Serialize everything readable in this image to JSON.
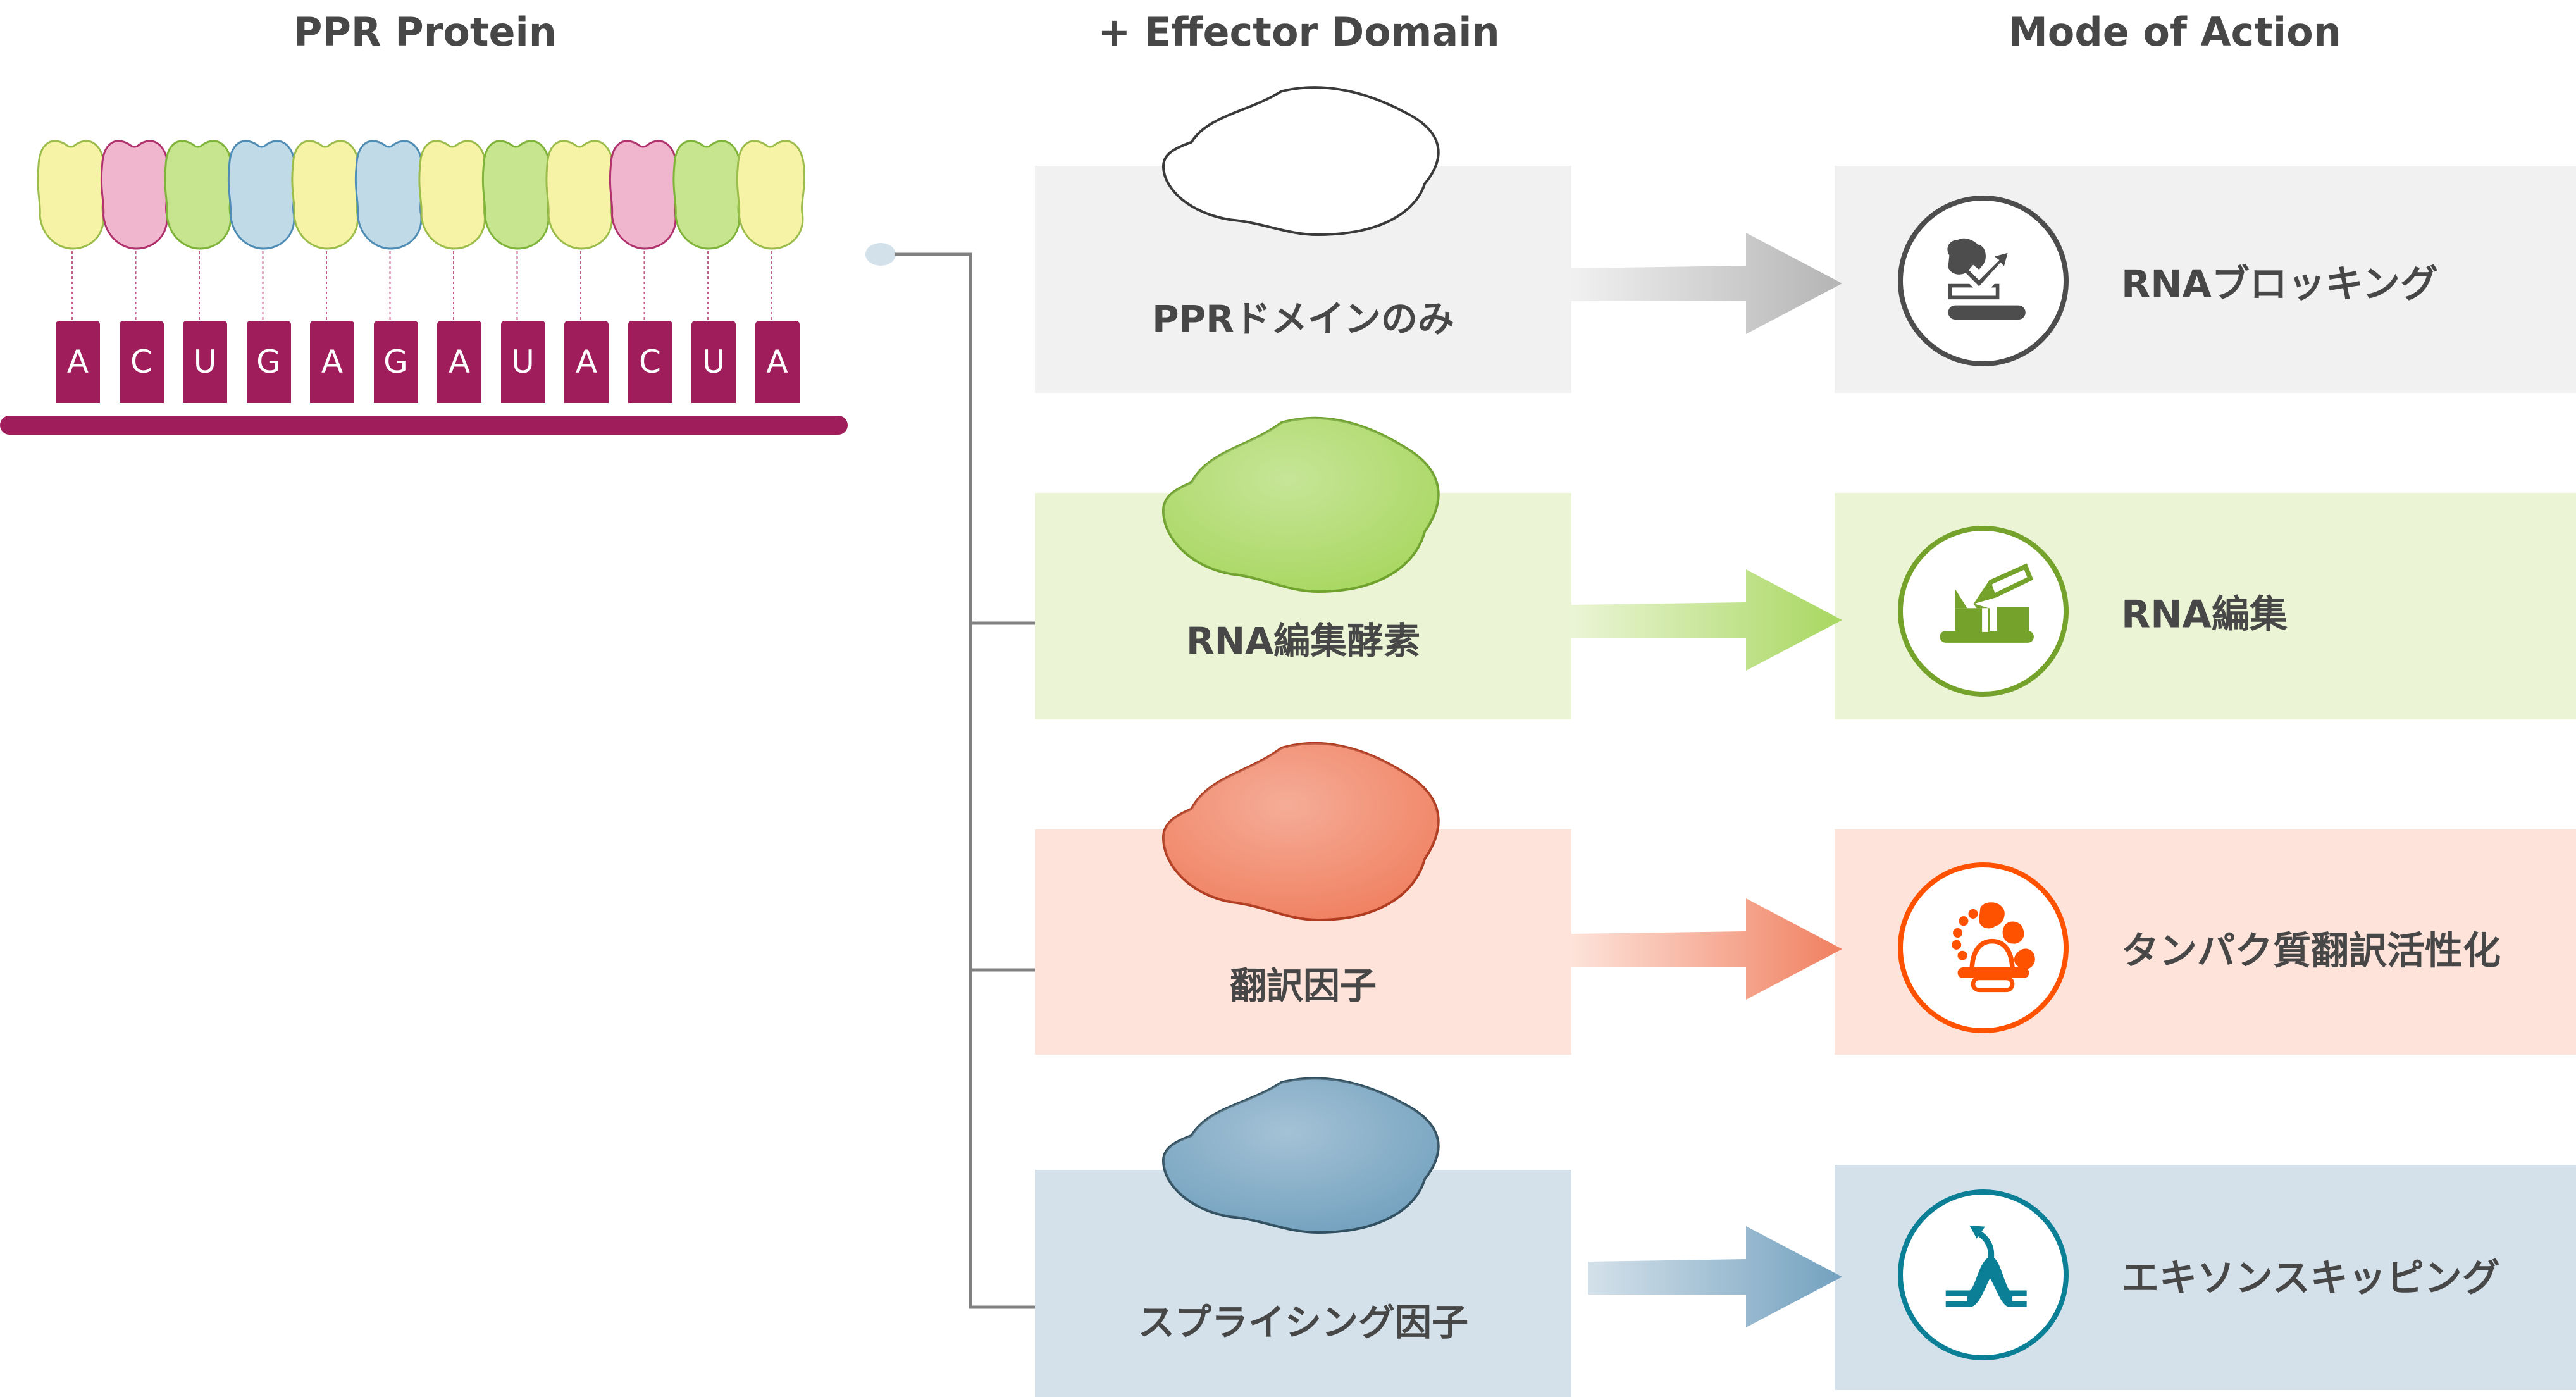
{
  "headers": {
    "ppr_protein": "PPR Protein",
    "effector_domain": "+ Effector Domain",
    "mode_of_action": "Mode of Action"
  },
  "ppr_protein": {
    "repeat_colors": [
      "yellow",
      "pink",
      "green",
      "blue",
      "yellow",
      "blue",
      "yellow",
      "green",
      "yellow",
      "pink",
      "green",
      "yellow"
    ],
    "rna_sequence": [
      "A",
      "C",
      "U",
      "G",
      "A",
      "G",
      "A",
      "U",
      "A",
      "C",
      "U",
      "A"
    ],
    "rna_color": "#a01d5b"
  },
  "rows": [
    {
      "effector_label": "PPRドメインのみ",
      "mode_label": "RNAブロッキング",
      "icon": "rna-blocking-icon",
      "box_color": "#f1f1f1",
      "accent_color": "#4d4d4d",
      "blob_fill": "#ffffff",
      "blob_stroke": "#3a3a3a"
    },
    {
      "effector_label": "RNA編集酵素",
      "mode_label": "RNA編集",
      "icon": "rna-editing-icon",
      "box_color": "#ebf5d6",
      "accent_color": "#74a22a",
      "blob_fill": "#a8d760",
      "blob_stroke": "#6ea12b"
    },
    {
      "effector_label": "翻訳因子",
      "mode_label": "タンパク質翻訳活性化",
      "icon": "translation-activation-icon",
      "box_color": "#fde3da",
      "accent_color": "#ff5200",
      "blob_fill": "#f08060",
      "blob_stroke": "#b03a1e"
    },
    {
      "effector_label": "スプライシング因子",
      "mode_label": "エキソンスキッピング",
      "icon": "exon-skipping-icon",
      "box_color": "#d4e1ea",
      "accent_color": "#0b7f96",
      "blob_fill": "#73a1bf",
      "blob_stroke": "#2f4f60"
    }
  ]
}
